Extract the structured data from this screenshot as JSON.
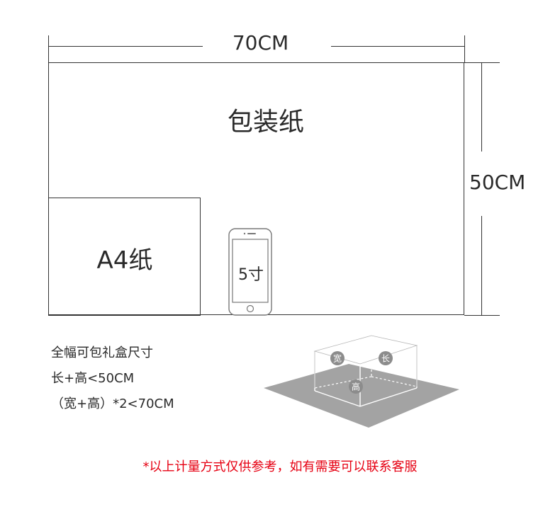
{
  "dimensions": {
    "width_label": "70CM",
    "height_label": "50CM"
  },
  "sheets": {
    "wrapping_paper_label": "包装纸",
    "a4_label": "A4纸",
    "phone_label": "5寸"
  },
  "notes": [
    "全幅可包礼盒尺寸",
    "长+高<50CM",
    "（宽+高）*2<70CM"
  ],
  "box_labels": {
    "width": "宽",
    "length": "长",
    "height": "高"
  },
  "footnote": "*以上计量方式仅供参考，如有需要可以联系客服",
  "colors": {
    "line": "#333333",
    "shadow": "#a3a3a3",
    "badge": "#8c8c8c",
    "footnote": "#e60012"
  },
  "icons": [
    "phone-icon",
    "box-icon"
  ]
}
